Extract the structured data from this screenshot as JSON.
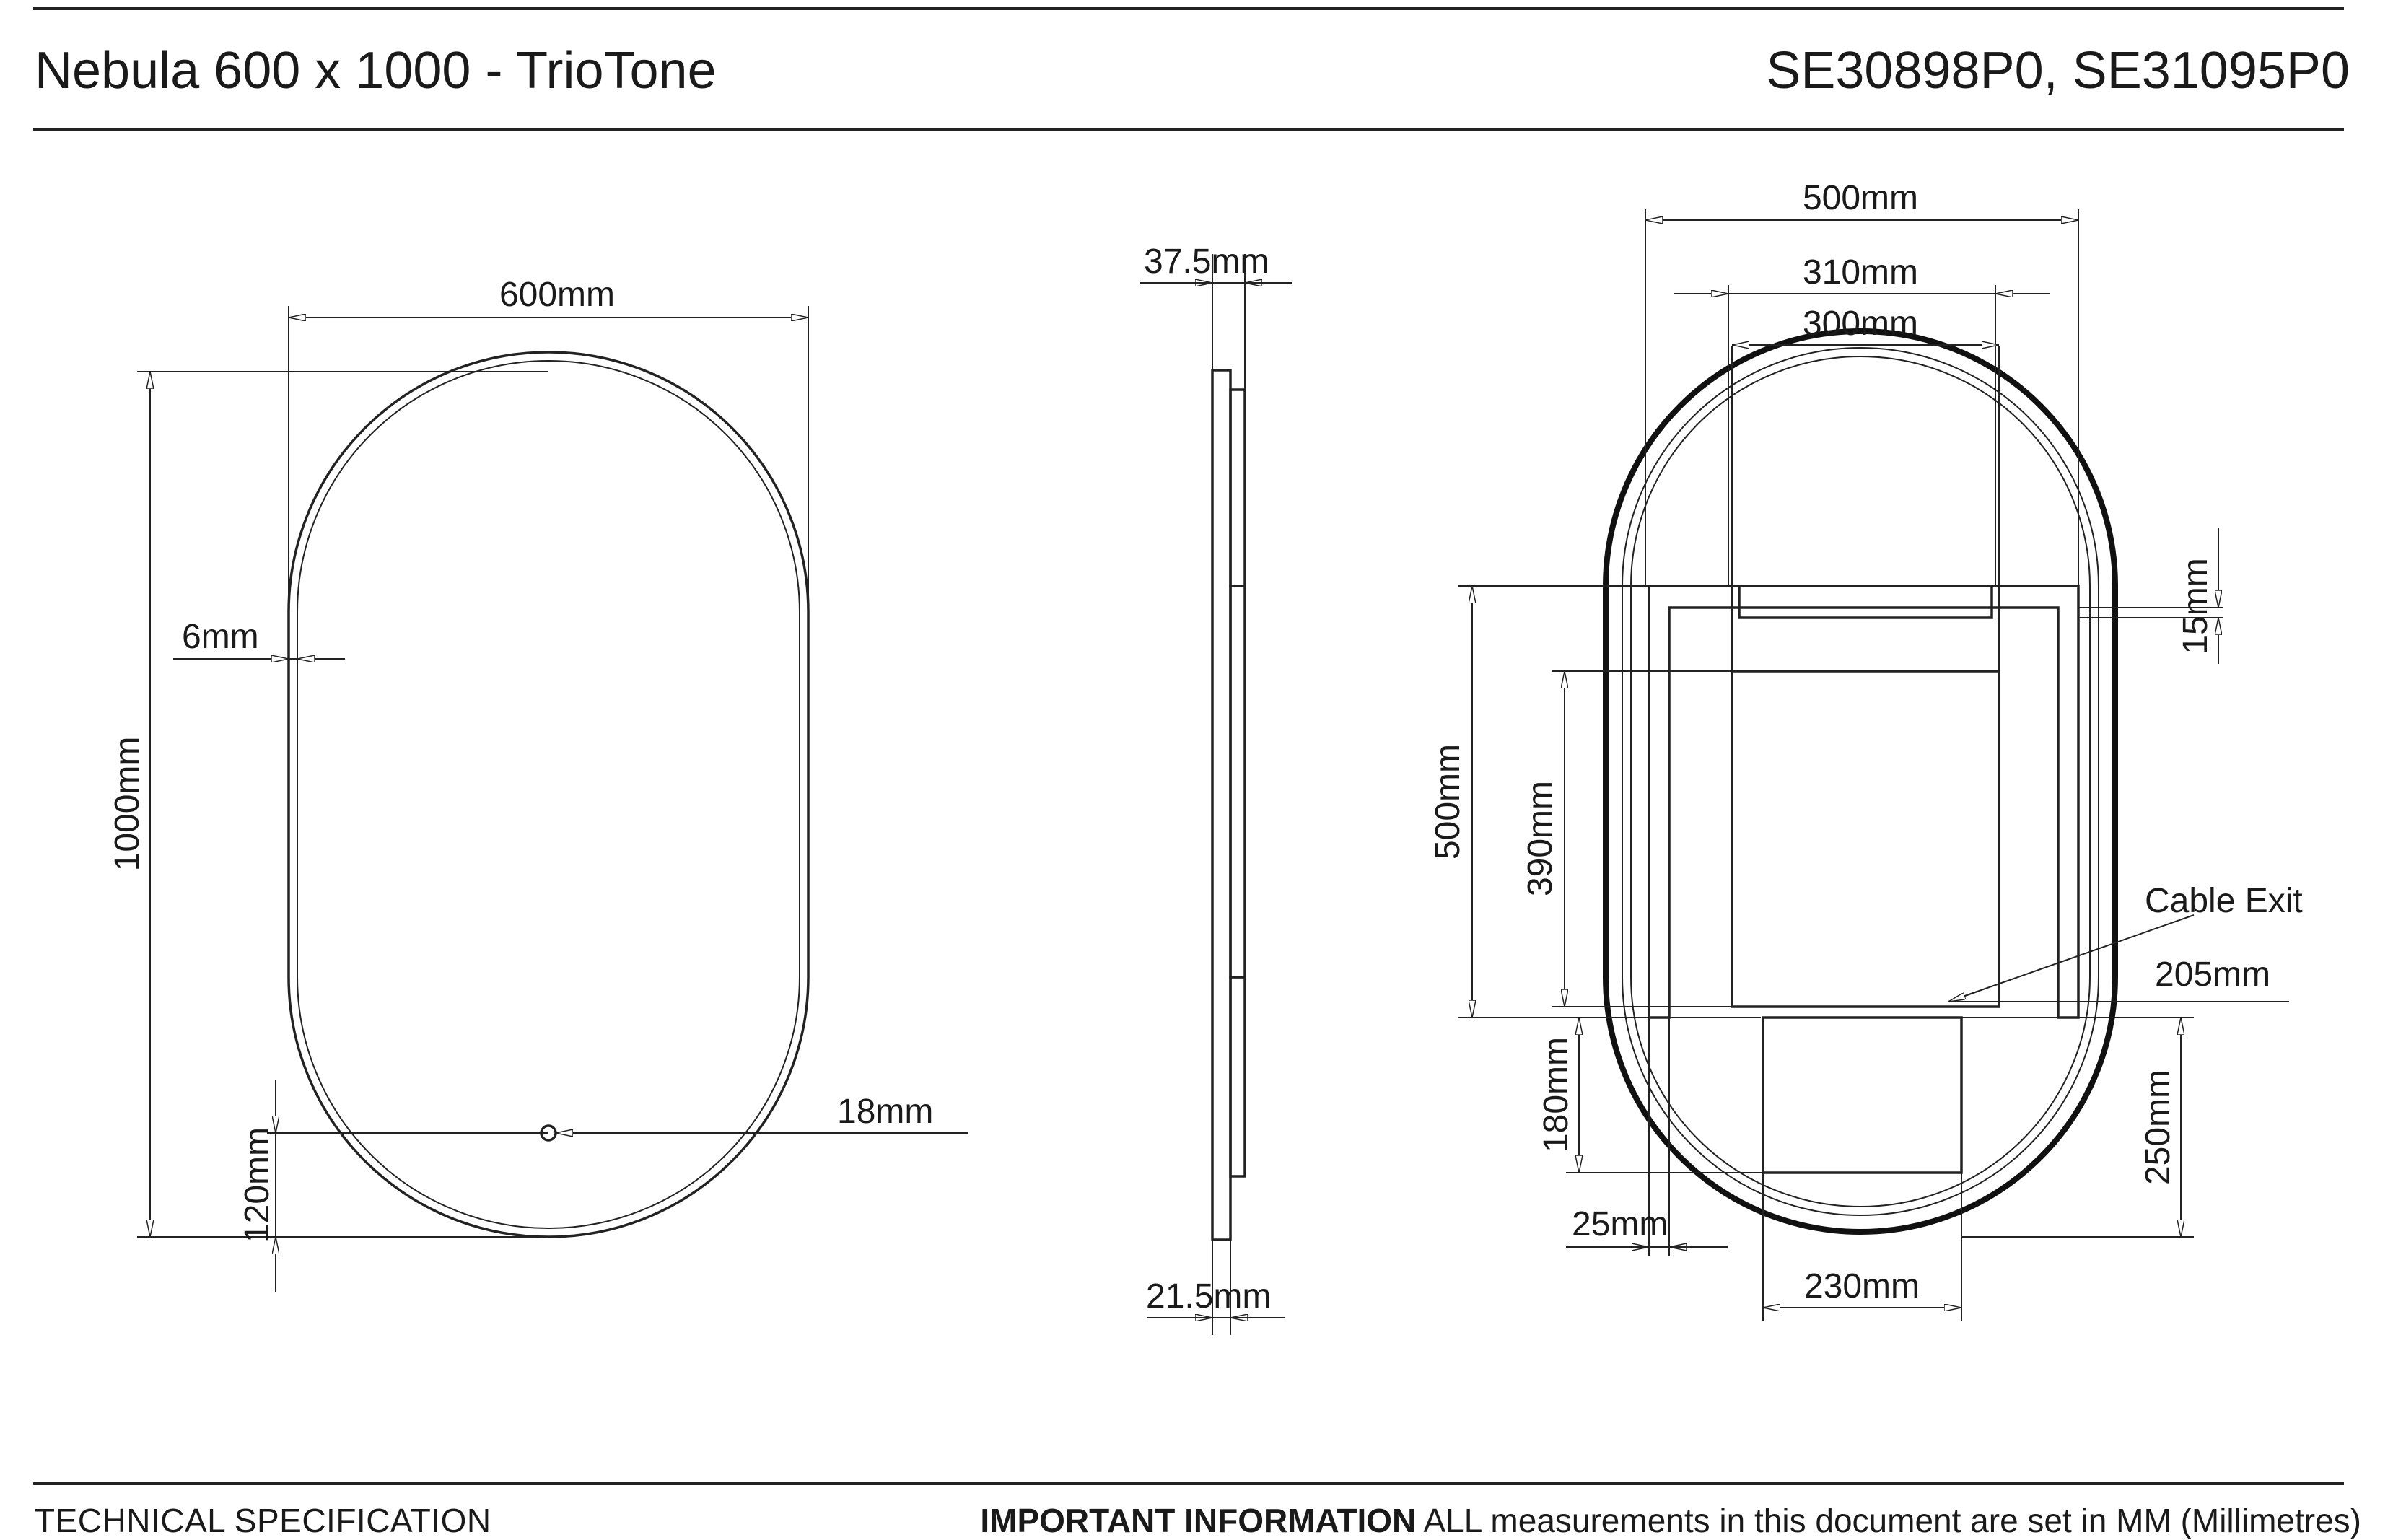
{
  "header": {
    "title": "Nebula 600 x 1000 - TrioTone",
    "product_codes": "SE30898P0, SE31095P0"
  },
  "footer": {
    "left_label": "TECHNICAL SPECIFICATION",
    "notice_bold": "IMPORTANT INFORMATION",
    "notice_text": " ALL measurements in this document are set in MM (Millimetres)"
  },
  "front_view": {
    "width_label": "600mm",
    "height_label": "1000mm",
    "frame_label": "6mm",
    "sensor_label": "18mm",
    "sensor_offset_label": "120mm"
  },
  "side_view": {
    "depth_total_label": "37.5mm",
    "depth_glass_label": "21.5mm"
  },
  "rear_view": {
    "outer_width_label": "500mm",
    "bracket_width_label": "310mm",
    "panel_width_label": "300mm",
    "gap_label": "15mm",
    "bracket_height_label": "500mm",
    "panel_height_label": "390mm",
    "cable_exit_label": "Cable Exit",
    "cable_offset_label": "205mm",
    "driver_height_label": "180mm",
    "edge_offset_label": "25mm",
    "driver_offset_label": "250mm",
    "driver_width_label": "230mm"
  },
  "colors": {
    "line": "#222222",
    "background": "#ffffff"
  }
}
